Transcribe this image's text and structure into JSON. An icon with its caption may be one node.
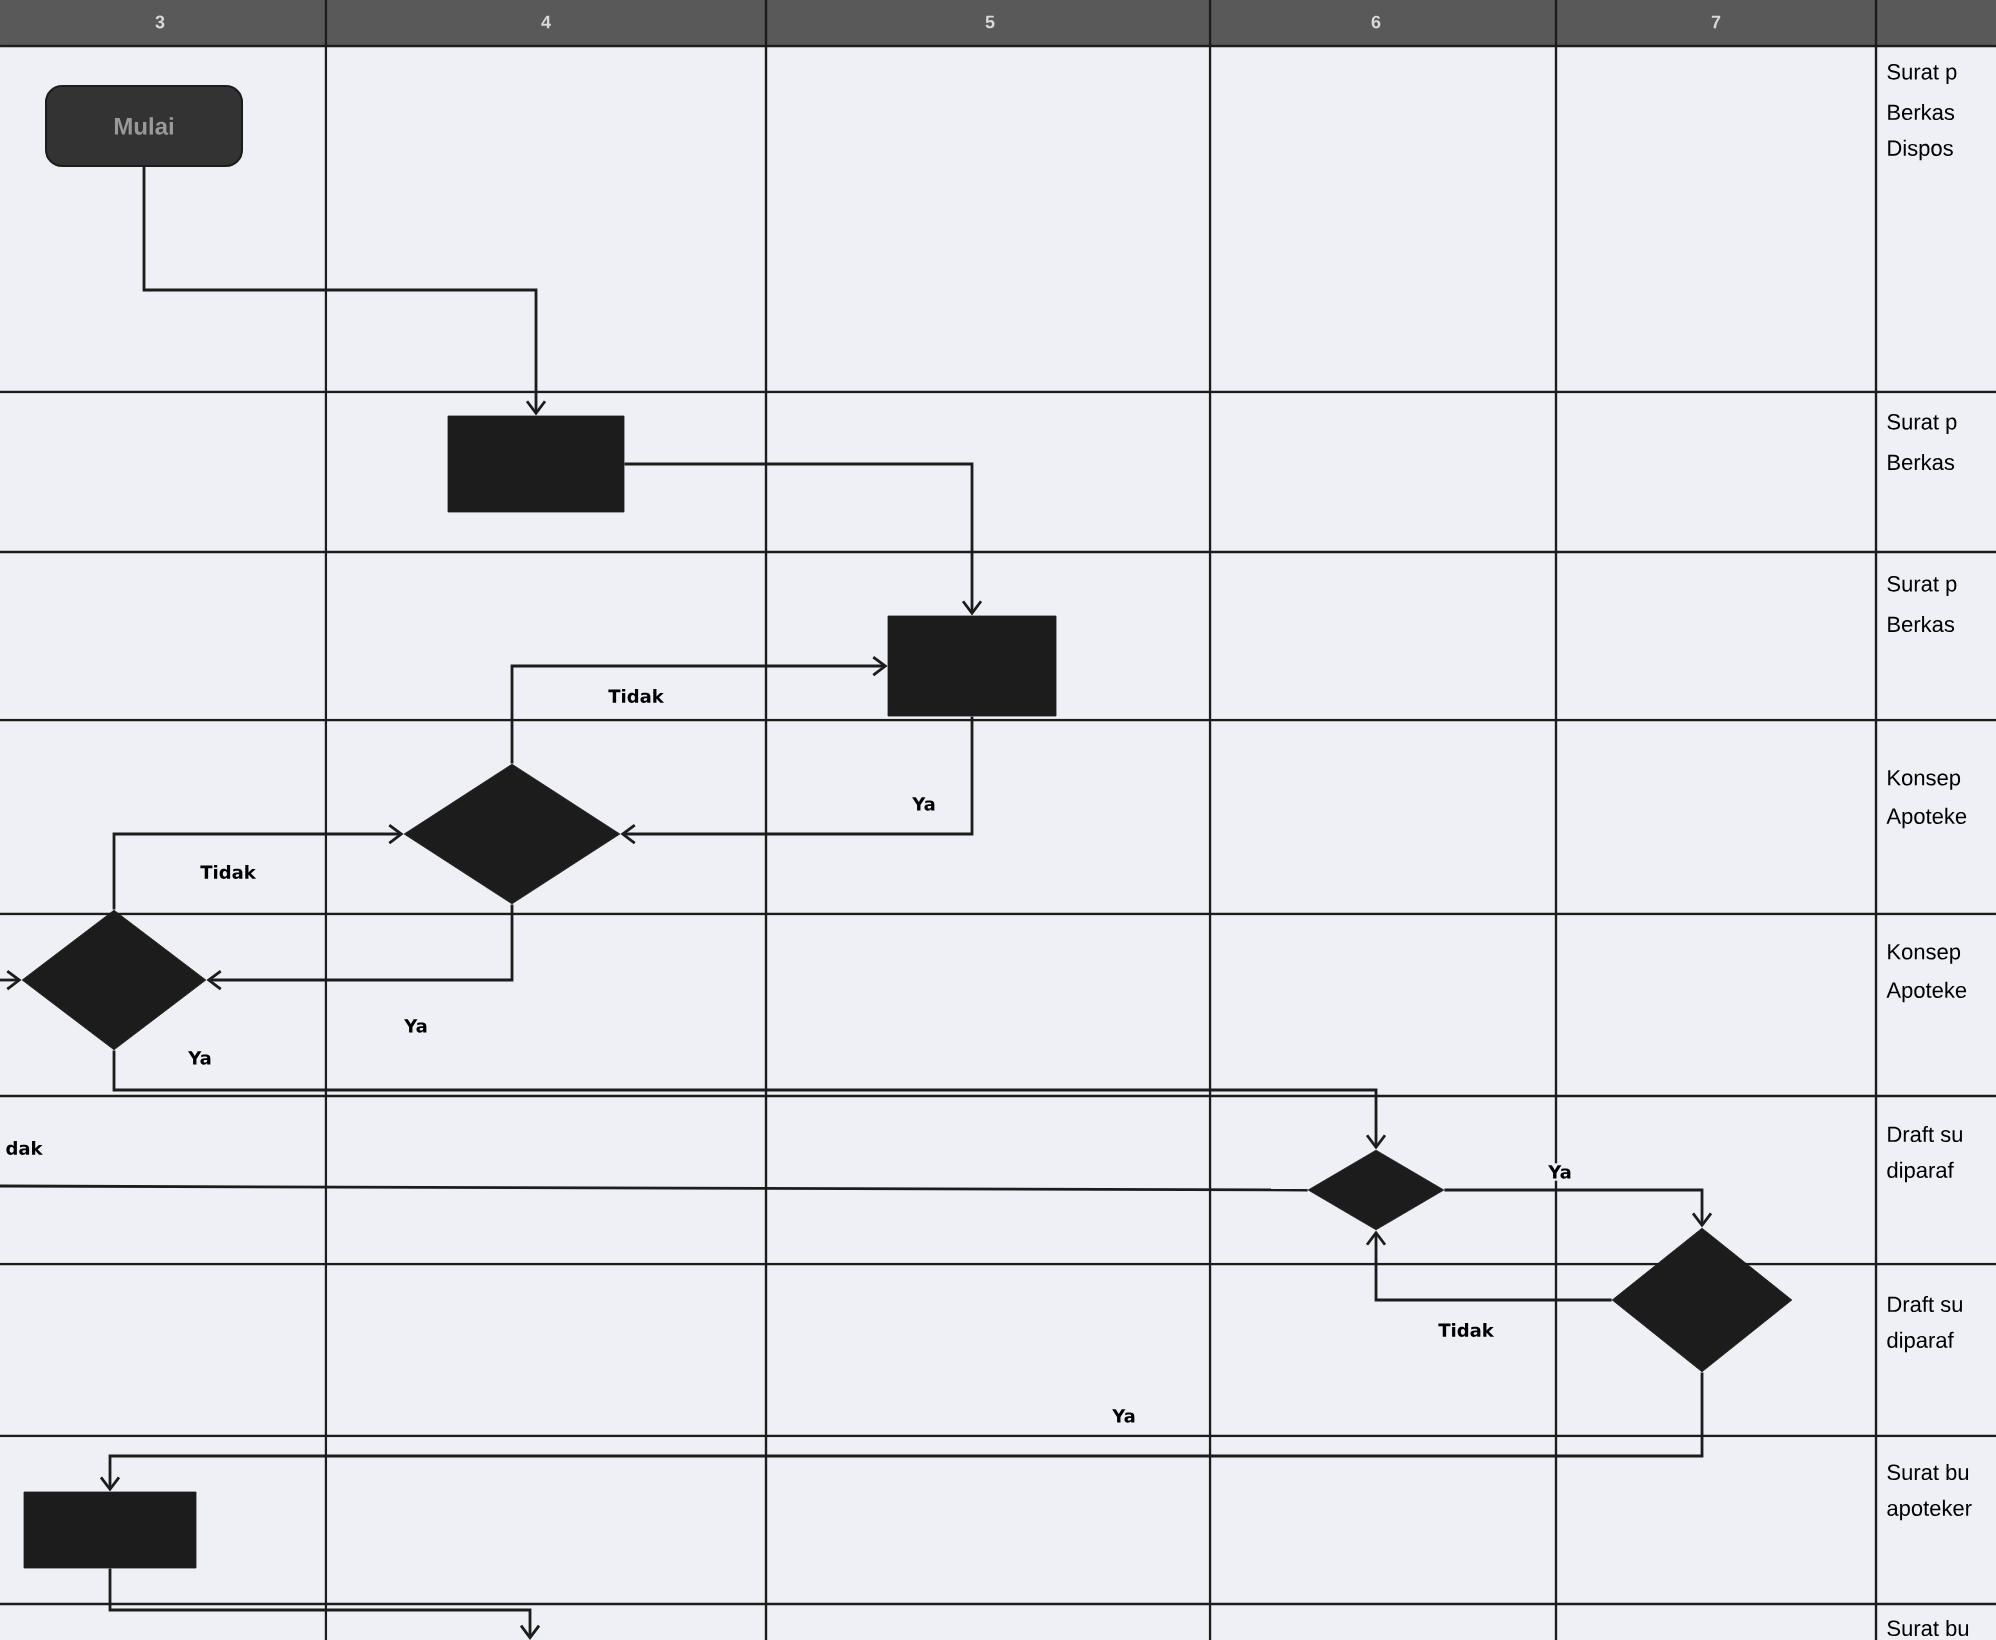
{
  "diagram": {
    "nodes": [
      {
        "text": [
          "Mulai"
        ]
      },
      {
        "text": [],
        "shape": "box"
      },
      {
        "text": [],
        "shape": "box"
      },
      {
        "text": [],
        "shape": "diamond"
      },
      {
        "text": [],
        "shape": "diamond"
      },
      {
        "text": [],
        "shape": "diamond"
      },
      {
        "text": [],
        "shape": "diamond"
      },
      {
        "text": [],
        "shape": "box"
      }
    ],
    "edges": [
      {
        "from": 0,
        "to": 1,
        "arrow": "to"
      },
      {
        "from": 1,
        "to": 2,
        "arrow": "to"
      },
      {
        "from": 2,
        "to": 3,
        "arrow": "to",
        "label": "Ya"
      },
      {
        "from": 3,
        "to": 2,
        "arrow": "to",
        "label": "Tidak"
      },
      {
        "from": 3,
        "to": 4,
        "arrow": "to",
        "label": "Ya"
      },
      {
        "from": 4,
        "to": 3,
        "arrow": "to",
        "label": "Tidak"
      },
      {
        "from": 4,
        "to": 5,
        "arrow": "to",
        "label": "Ya"
      },
      {
        "from": 5,
        "to": 6,
        "arrow": "to",
        "label": "Ya"
      },
      {
        "from": 6,
        "to": 5,
        "arrow": "to",
        "label": "Tidak"
      },
      {
        "from": 6,
        "to": 7,
        "arrow": "to",
        "label": "Ya"
      },
      {
        "from": null,
        "to": 4,
        "arrow": "to"
      },
      {
        "from": null,
        "to": 5,
        "arrow": "none",
        "label": "dak"
      },
      {
        "from": 7,
        "to": null,
        "arrow": "to"
      }
    ],
    "labels": [
      "3",
      "4",
      "5",
      "6",
      "7",
      "Surat p",
      "Berkas",
      "Dispos",
      "Surat p",
      "Berkas",
      "Surat p",
      "Berkas",
      "Konsep",
      "Apoteke",
      "Konsep",
      "Apoteke",
      "Draft su",
      "diparaf",
      "Draft su",
      "diparaf",
      "Surat bu",
      "apoteker",
      "Surat bu"
    ]
  }
}
